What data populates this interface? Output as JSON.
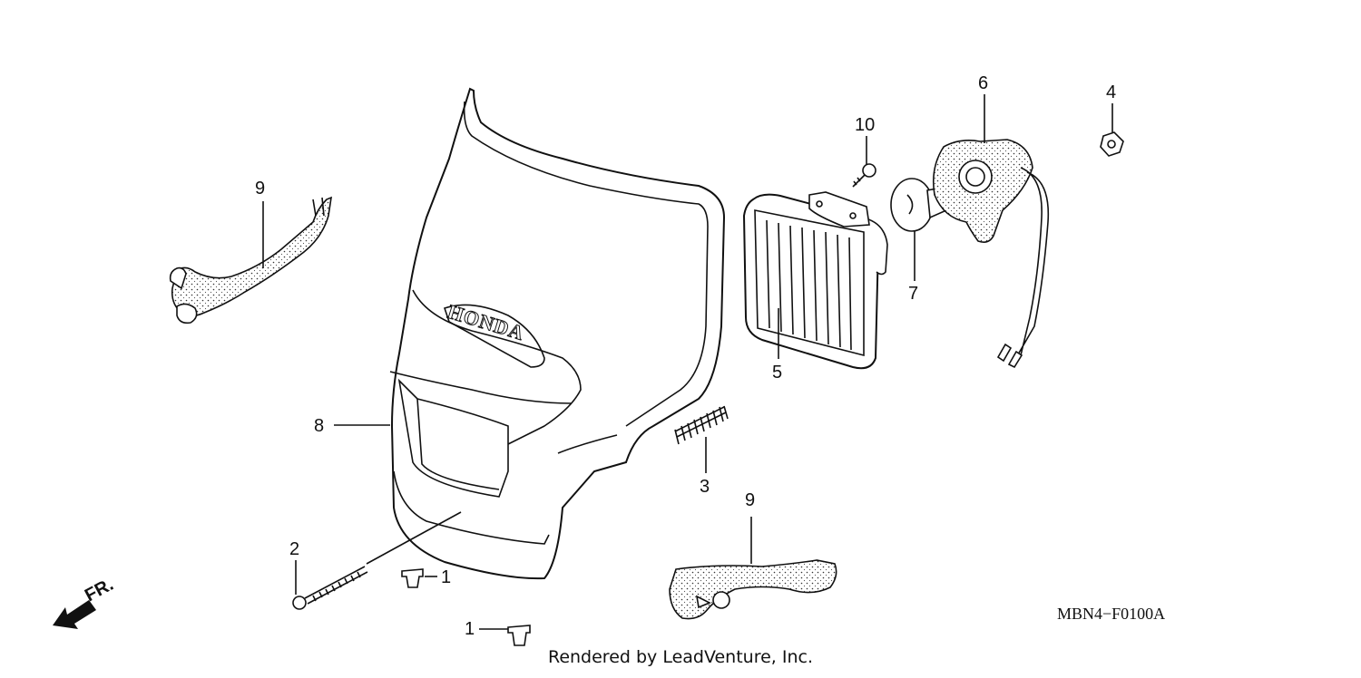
{
  "callouts": {
    "c1a": "1",
    "c1b": "1",
    "c2": "2",
    "c3": "3",
    "c4": "4",
    "c5": "5",
    "c6": "6",
    "c7": "7",
    "c8": "8",
    "c9a": "9",
    "c9b": "9",
    "c10": "10"
  },
  "brand_text": "HONDA",
  "direction_label": "FR.",
  "diagram_code": "MBN4−F0100A",
  "footer": "Rendered by LeadVenture, Inc."
}
